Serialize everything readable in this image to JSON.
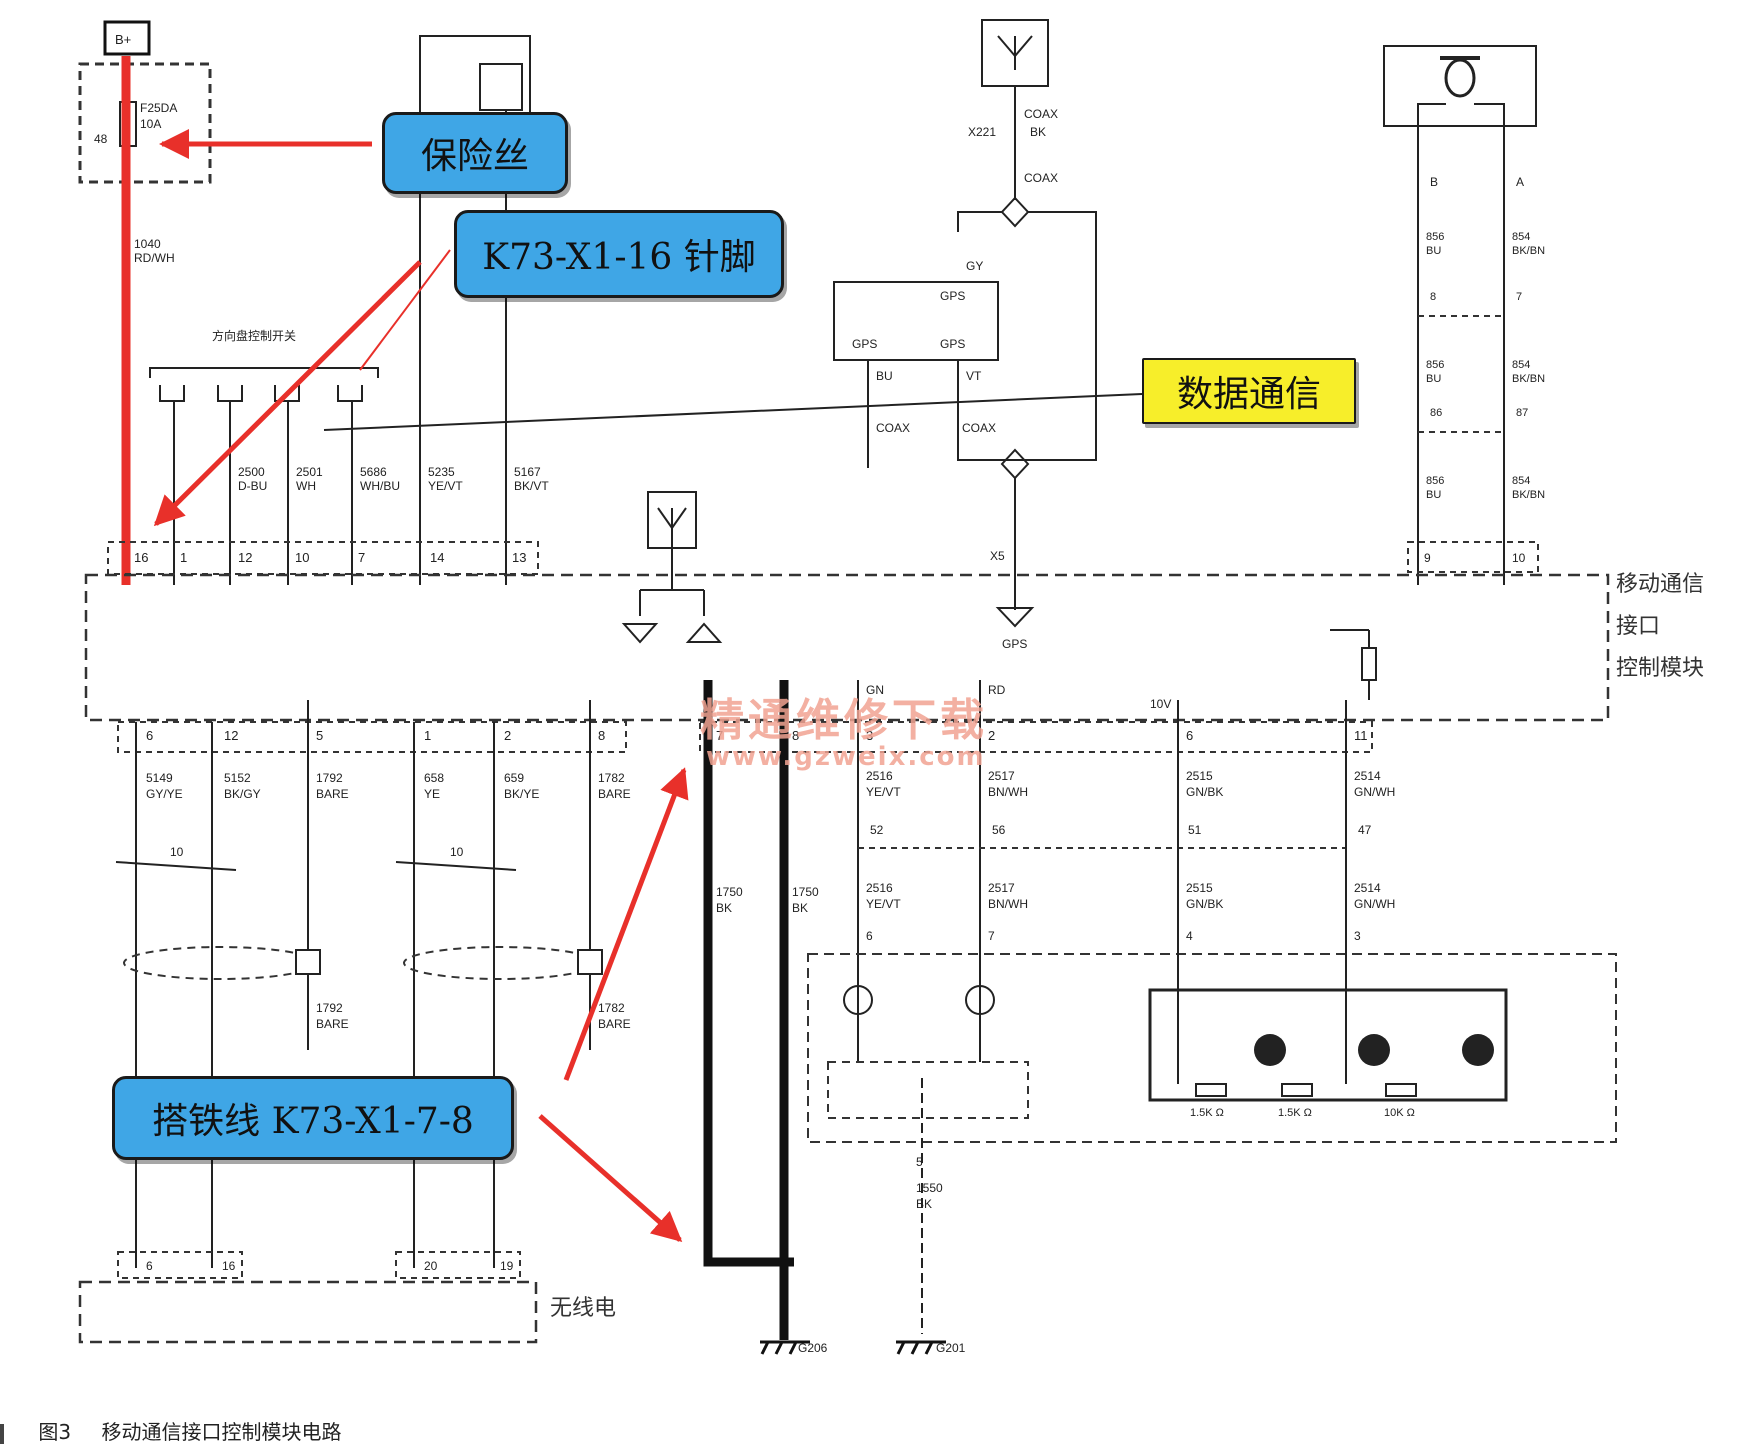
{
  "callouts": {
    "fuse": "保险丝",
    "pin16": "K73-X1-16 针脚",
    "data_comm": "数据通信",
    "ground_wire": "搭铁线 K73-X1-7-8"
  },
  "module_name": [
    "移动通信",
    "接口",
    "控制模块"
  ],
  "radio_label": "无线电",
  "caption": {
    "figure_no": "图3",
    "title": "移动通信接口控制模块电路"
  },
  "watermark": {
    "line1": "精通维修下载",
    "line2": "www.gzweix.com"
  },
  "colors": {
    "callout_blue": "#3fa6e6",
    "callout_yellow": "#f7ee2a",
    "arrow_red": "#e8302a",
    "line": "#2a2a2a"
  },
  "fuse": {
    "name": "F25DA",
    "rating": "10A",
    "pin": "48",
    "supply": "B+"
  },
  "top_wires": [
    {
      "id": "w1040",
      "num": "1040",
      "color": "RD/WH"
    },
    {
      "id": "w5235",
      "num": "5235",
      "color": "YE/VT"
    },
    {
      "id": "w5167",
      "num": "5167",
      "color": "BK/VT"
    },
    {
      "id": "w2500",
      "num": "2500",
      "color": "D-BU"
    },
    {
      "id": "w2501",
      "num": "2501",
      "color": "WH"
    },
    {
      "id": "w5686",
      "num": "5686",
      "color": "WH/BU"
    }
  ],
  "steering_controls_label": "方向盘控制开关",
  "x1_pins_top": [
    "16",
    "1",
    "12",
    "10",
    "7",
    "14",
    "13"
  ],
  "gps": {
    "antenna_coax": "COAX",
    "coax_color": "BK",
    "connector": "X221",
    "ports": [
      "GPS",
      "GPS",
      "GPS"
    ],
    "x1_gy": "GY",
    "x3_bu": "BU",
    "x2_vt": "VT",
    "label": "GPS",
    "x5": "X5"
  },
  "mic": {
    "pins": [
      "B",
      "A"
    ],
    "wires": [
      {
        "num": "856",
        "color": "BU"
      },
      {
        "num": "854",
        "color": "BK/BN"
      }
    ],
    "x400": [
      "8",
      "7"
    ],
    "x210": [
      "86",
      "87"
    ],
    "x2": [
      "9",
      "10"
    ]
  },
  "bottom_wires": [
    {
      "pin": "6",
      "num": "5149",
      "color": "GY/YE"
    },
    {
      "pin": "12",
      "num": "5152",
      "color": "BK/GY"
    },
    {
      "pin": "5",
      "num": "1792",
      "color": "BARE"
    },
    {
      "pin": "1",
      "num": "658",
      "color": "YE"
    },
    {
      "pin": "2",
      "num": "659",
      "color": "BK/YE"
    },
    {
      "pin": "8",
      "num": "1782",
      "color": "BARE"
    }
  ],
  "ground_wires": [
    {
      "pin": "7",
      "num": "1750",
      "color": "BK"
    },
    {
      "pin": "8",
      "num": "1750",
      "color": "BK"
    }
  ],
  "leds": [
    {
      "pin": "3",
      "num": "2516",
      "color": "YE/VT",
      "tag": "GN",
      "x210": "52",
      "lamp_pin": "6"
    },
    {
      "pin": "2",
      "num": "2517",
      "color": "BN/WH",
      "tag": "RD",
      "x210": "56",
      "lamp_pin": "7"
    }
  ],
  "buttons": [
    {
      "pin": "6",
      "num": "2515",
      "color": "GN/BK",
      "x210": "51",
      "sw_pin": "4"
    },
    {
      "pin": "11",
      "num": "2514",
      "color": "GN/WH",
      "x210": "47",
      "sw_pin": "3"
    }
  ],
  "resistors": [
    "1.5K Ω",
    "1.5K Ω",
    "10K Ω"
  ],
  "voltage": "10V",
  "grounds": [
    "G206",
    "G201"
  ],
  "ground_wire_1550": {
    "num": "1550",
    "color": "BK",
    "pin": "5"
  },
  "radio_pins": [
    "6",
    "16",
    "20",
    "19"
  ],
  "twist_count": "10"
}
